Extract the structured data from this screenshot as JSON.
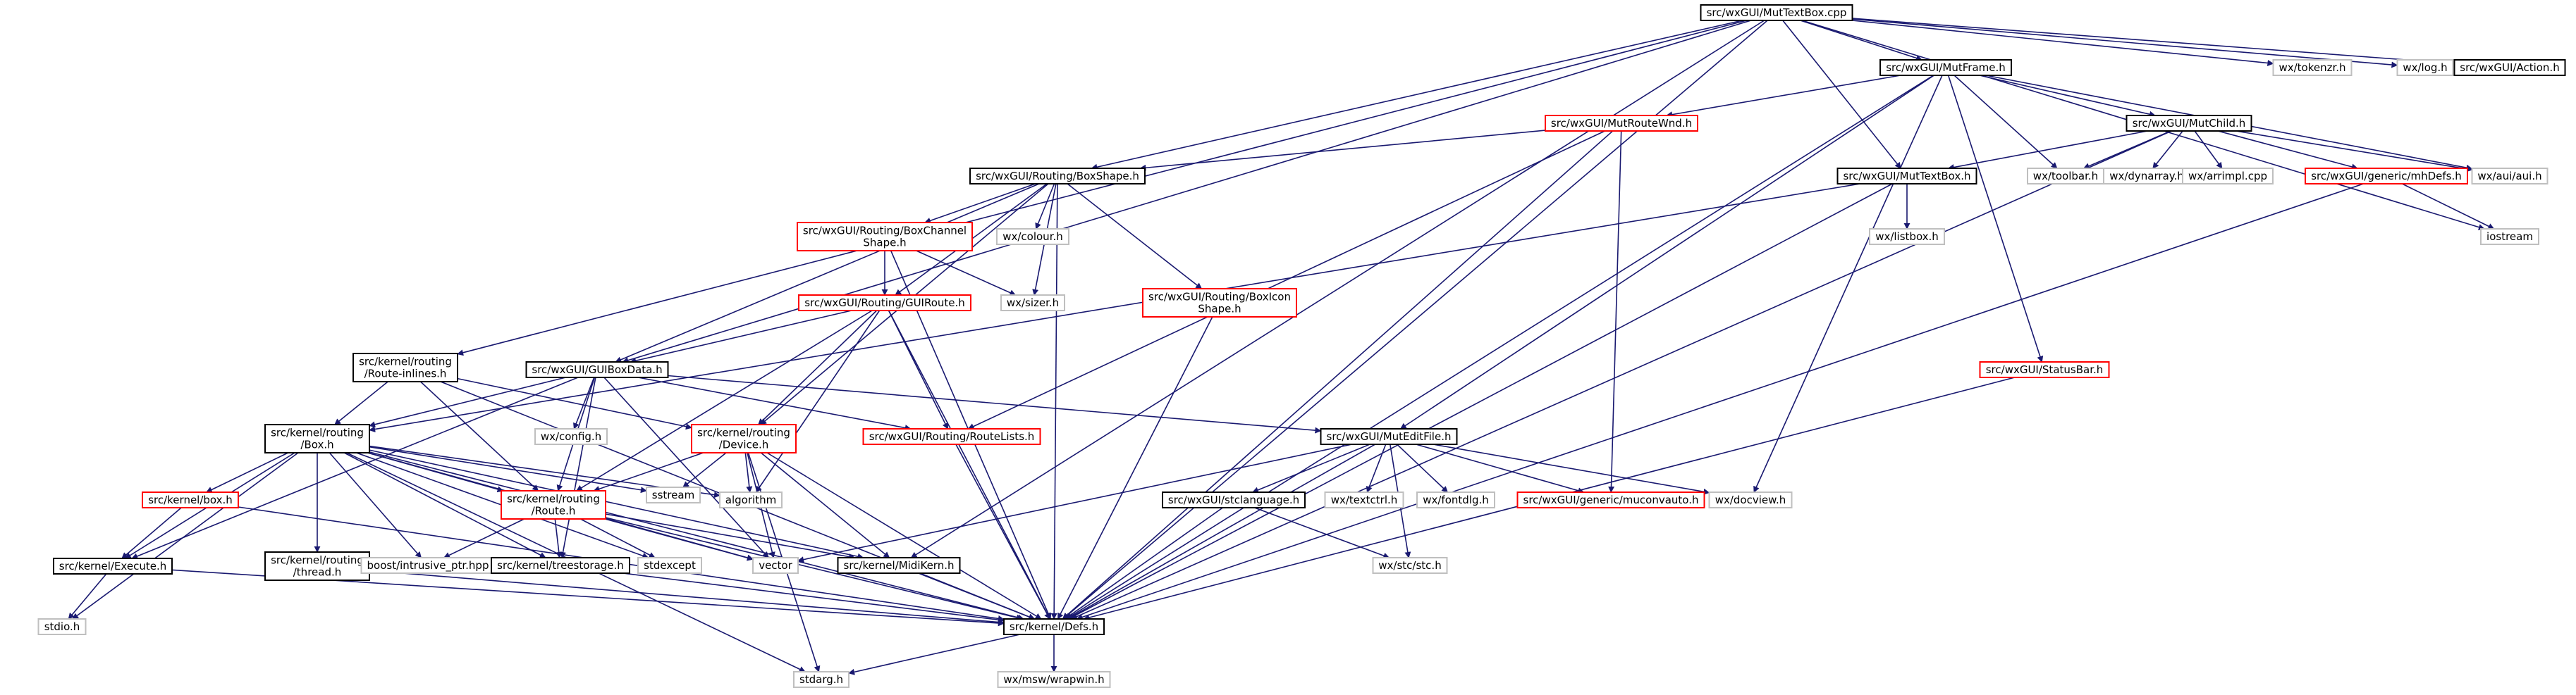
{
  "graph": {
    "colors": {
      "edge": "#191970",
      "border_documented": "#000000",
      "border_undocumented": "#ff0000",
      "border_external": "#bfbfbf",
      "fill_root": "#bfbfbf",
      "fill_node": "#ffffff"
    },
    "nodes": [
      {
        "id": "mutTextBoxCpp",
        "label": "src/wxGUI/MutTextBox.cpp",
        "kind": "root"
      },
      {
        "id": "wxTokenzr",
        "label": "wx/tokenzr.h",
        "kind": "external"
      },
      {
        "id": "wxLog",
        "label": "wx/log.h",
        "kind": "external"
      },
      {
        "id": "action",
        "label": "src/wxGUI/Action.h",
        "kind": "documented"
      },
      {
        "id": "mutFrame",
        "label": "src/wxGUI/MutFrame.h",
        "kind": "documented"
      },
      {
        "id": "mutRouteWnd",
        "label": "src/wxGUI/MutRouteWnd.h",
        "kind": "undocumented"
      },
      {
        "id": "mutChild",
        "label": "src/wxGUI/MutChild.h",
        "kind": "documented"
      },
      {
        "id": "boxShape",
        "label": "src/wxGUI/Routing/BoxShape.h",
        "kind": "documented"
      },
      {
        "id": "mutTextBoxH",
        "label": "src/wxGUI/MutTextBox.h",
        "kind": "documented"
      },
      {
        "id": "wxToolbar",
        "label": "wx/toolbar.h",
        "kind": "external"
      },
      {
        "id": "wxDynarray",
        "label": "wx/dynarray.h",
        "kind": "external"
      },
      {
        "id": "wxArrimpl",
        "label": "wx/arrimpl.cpp",
        "kind": "external"
      },
      {
        "id": "mhDefs",
        "label": "src/wxGUI/generic/mhDefs.h",
        "kind": "undocumented"
      },
      {
        "id": "wxAui",
        "label": "wx/aui/aui.h",
        "kind": "external"
      },
      {
        "id": "iostream",
        "label": "iostream",
        "kind": "external"
      },
      {
        "id": "boxChannelShape",
        "label": [
          "src/wxGUI/Routing/BoxChannel",
          "Shape.h"
        ],
        "kind": "undocumented"
      },
      {
        "id": "wxColour",
        "label": "wx/colour.h",
        "kind": "external"
      },
      {
        "id": "wxListbox",
        "label": "wx/listbox.h",
        "kind": "external"
      },
      {
        "id": "guiRoute",
        "label": "src/wxGUI/Routing/GUIRoute.h",
        "kind": "undocumented"
      },
      {
        "id": "wxSizer",
        "label": "wx/sizer.h",
        "kind": "external"
      },
      {
        "id": "boxIconShape",
        "label": [
          "src/wxGUI/Routing/BoxIcon",
          "Shape.h"
        ],
        "kind": "undocumented"
      },
      {
        "id": "routeInlines",
        "label": [
          "src/kernel/routing",
          "/Route-inlines.h"
        ],
        "kind": "documented"
      },
      {
        "id": "guiBoxData",
        "label": "src/wxGUI/GUIBoxData.h",
        "kind": "documented"
      },
      {
        "id": "statusBar",
        "label": "src/wxGUI/StatusBar.h",
        "kind": "undocumented"
      },
      {
        "id": "box",
        "label": [
          "src/kernel/routing",
          "/Box.h"
        ],
        "kind": "documented"
      },
      {
        "id": "wxConfig",
        "label": "wx/config.h",
        "kind": "external"
      },
      {
        "id": "device",
        "label": [
          "src/kernel/routing",
          "/Device.h"
        ],
        "kind": "undocumented"
      },
      {
        "id": "routeLists",
        "label": "src/wxGUI/Routing/RouteLists.h",
        "kind": "undocumented"
      },
      {
        "id": "mutEditFile",
        "label": "src/wxGUI/MutEditFile.h",
        "kind": "documented"
      },
      {
        "id": "kernelBox",
        "label": "src/kernel/box.h",
        "kind": "undocumented"
      },
      {
        "id": "route",
        "label": [
          "src/kernel/routing",
          "/Route.h"
        ],
        "kind": "undocumented"
      },
      {
        "id": "sstream",
        "label": "sstream",
        "kind": "external"
      },
      {
        "id": "algorithm",
        "label": "algorithm",
        "kind": "external"
      },
      {
        "id": "stcLanguage",
        "label": "src/wxGUI/stclanguage.h",
        "kind": "documented"
      },
      {
        "id": "wxTextctrl",
        "label": "wx/textctrl.h",
        "kind": "external"
      },
      {
        "id": "wxFontdlg",
        "label": "wx/fontdlg.h",
        "kind": "external"
      },
      {
        "id": "muconvauto",
        "label": "src/wxGUI/generic/muconvauto.h",
        "kind": "undocumented"
      },
      {
        "id": "wxDocview",
        "label": "wx/docview.h",
        "kind": "external"
      },
      {
        "id": "execute",
        "label": "src/kernel/Execute.h",
        "kind": "documented"
      },
      {
        "id": "thread",
        "label": [
          "src/kernel/routing",
          "/thread.h"
        ],
        "kind": "documented"
      },
      {
        "id": "boostPtr",
        "label": "boost/intrusive_ptr.hpp",
        "kind": "external"
      },
      {
        "id": "treestorage",
        "label": "src/kernel/treestorage.h",
        "kind": "documented"
      },
      {
        "id": "stdexcept",
        "label": "stdexcept",
        "kind": "external"
      },
      {
        "id": "vector",
        "label": "vector",
        "kind": "external"
      },
      {
        "id": "midiKern",
        "label": "src/kernel/MidiKern.h",
        "kind": "documented"
      },
      {
        "id": "wxStc",
        "label": "wx/stc/stc.h",
        "kind": "external"
      },
      {
        "id": "stdio",
        "label": "stdio.h",
        "kind": "external"
      },
      {
        "id": "defs",
        "label": "src/kernel/Defs.h",
        "kind": "documented"
      },
      {
        "id": "stdarg",
        "label": "stdarg.h",
        "kind": "external"
      },
      {
        "id": "wxWrapwin",
        "label": "wx/msw/wrapwin.h",
        "kind": "external"
      }
    ],
    "edges": [
      [
        "mutTextBoxCpp",
        "wxTokenzr"
      ],
      [
        "mutTextBoxCpp",
        "wxLog"
      ],
      [
        "mutTextBoxCpp",
        "action"
      ],
      [
        "mutTextBoxCpp",
        "iostream"
      ],
      [
        "mutTextBoxCpp",
        "mutFrame"
      ],
      [
        "mutTextBoxCpp",
        "mutTextBoxH"
      ],
      [
        "mutTextBoxCpp",
        "boxShape"
      ],
      [
        "mutTextBoxCpp",
        "guiBoxData"
      ],
      [
        "mutTextBoxCpp",
        "routeInlines"
      ],
      [
        "mutTextBoxCpp",
        "midiKern"
      ],
      [
        "mutTextBoxCpp",
        "defs"
      ],
      [
        "mutFrame",
        "mutRouteWnd"
      ],
      [
        "mutFrame",
        "mutChild"
      ],
      [
        "mutFrame",
        "wxToolbar"
      ],
      [
        "mutFrame",
        "wxAui"
      ],
      [
        "mutFrame",
        "statusBar"
      ],
      [
        "mutFrame",
        "mutEditFile"
      ],
      [
        "mutFrame",
        "wxDocview"
      ],
      [
        "mutFrame",
        "defs"
      ],
      [
        "mutRouteWnd",
        "boxShape"
      ],
      [
        "mutRouteWnd",
        "routeLists"
      ],
      [
        "mutRouteWnd",
        "muconvauto"
      ],
      [
        "mutRouteWnd",
        "defs"
      ],
      [
        "mutChild",
        "mutTextBoxH"
      ],
      [
        "mutChild",
        "wxToolbar"
      ],
      [
        "mutChild",
        "wxDynarray"
      ],
      [
        "mutChild",
        "wxArrimpl"
      ],
      [
        "mutChild",
        "mhDefs"
      ],
      [
        "mutChild",
        "wxAui"
      ],
      [
        "mutChild",
        "defs"
      ],
      [
        "mhDefs",
        "iostream"
      ],
      [
        "mhDefs",
        "defs"
      ],
      [
        "mutTextBoxH",
        "wxListbox"
      ],
      [
        "mutTextBoxH",
        "box"
      ],
      [
        "mutTextBoxH",
        "defs"
      ],
      [
        "boxShape",
        "boxChannelShape"
      ],
      [
        "boxShape",
        "wxColour"
      ],
      [
        "boxShape",
        "boxIconShape"
      ],
      [
        "boxShape",
        "guiRoute"
      ],
      [
        "boxShape",
        "wxSizer"
      ],
      [
        "boxShape",
        "guiBoxData"
      ],
      [
        "boxShape",
        "device"
      ],
      [
        "boxShape",
        "defs"
      ],
      [
        "boxChannelShape",
        "guiRoute"
      ],
      [
        "boxChannelShape",
        "wxSizer"
      ],
      [
        "boxChannelShape",
        "defs"
      ],
      [
        "boxIconShape",
        "defs"
      ],
      [
        "guiRoute",
        "guiBoxData"
      ],
      [
        "guiRoute",
        "device"
      ],
      [
        "guiRoute",
        "routeLists"
      ],
      [
        "guiRoute",
        "route"
      ],
      [
        "guiRoute",
        "algorithm"
      ],
      [
        "guiRoute",
        "defs"
      ],
      [
        "routeInlines",
        "box"
      ],
      [
        "routeInlines",
        "route"
      ],
      [
        "routeInlines",
        "device"
      ],
      [
        "routeInlines",
        "defs"
      ],
      [
        "guiBoxData",
        "box"
      ],
      [
        "guiBoxData",
        "wxConfig"
      ],
      [
        "guiBoxData",
        "routeLists"
      ],
      [
        "guiBoxData",
        "mutEditFile"
      ],
      [
        "guiBoxData",
        "route"
      ],
      [
        "guiBoxData",
        "treestorage"
      ],
      [
        "guiBoxData",
        "vector"
      ],
      [
        "guiBoxData",
        "execute"
      ],
      [
        "statusBar",
        "defs"
      ],
      [
        "box",
        "kernelBox"
      ],
      [
        "box",
        "route"
      ],
      [
        "box",
        "sstream"
      ],
      [
        "box",
        "algorithm"
      ],
      [
        "box",
        "execute"
      ],
      [
        "box",
        "thread"
      ],
      [
        "box",
        "boostPtr"
      ],
      [
        "box",
        "treestorage"
      ],
      [
        "box",
        "stdexcept"
      ],
      [
        "box",
        "vector"
      ],
      [
        "box",
        "stdio"
      ],
      [
        "box",
        "stdarg"
      ],
      [
        "box",
        "midiKern"
      ],
      [
        "box",
        "defs"
      ],
      [
        "device",
        "route"
      ],
      [
        "device",
        "sstream"
      ],
      [
        "device",
        "algorithm"
      ],
      [
        "device",
        "vector"
      ],
      [
        "device",
        "midiKern"
      ],
      [
        "device",
        "stdarg"
      ],
      [
        "device",
        "defs"
      ],
      [
        "routeLists",
        "defs"
      ],
      [
        "mutEditFile",
        "stcLanguage"
      ],
      [
        "mutEditFile",
        "wxTextctrl"
      ],
      [
        "mutEditFile",
        "wxFontdlg"
      ],
      [
        "mutEditFile",
        "muconvauto"
      ],
      [
        "mutEditFile",
        "wxDocview"
      ],
      [
        "mutEditFile",
        "wxStc"
      ],
      [
        "mutEditFile",
        "vector"
      ],
      [
        "mutEditFile",
        "defs"
      ],
      [
        "stcLanguage",
        "wxStc"
      ],
      [
        "stcLanguage",
        "defs"
      ],
      [
        "kernelBox",
        "execute"
      ],
      [
        "kernelBox",
        "defs"
      ],
      [
        "route",
        "boostPtr"
      ],
      [
        "route",
        "treestorage"
      ],
      [
        "route",
        "stdexcept"
      ],
      [
        "route",
        "vector"
      ],
      [
        "route",
        "midiKern"
      ],
      [
        "route",
        "defs"
      ],
      [
        "execute",
        "stdio"
      ],
      [
        "execute",
        "defs"
      ],
      [
        "thread",
        "defs"
      ],
      [
        "treestorage",
        "defs"
      ],
      [
        "midiKern",
        "defs"
      ],
      [
        "defs",
        "stdarg"
      ],
      [
        "defs",
        "wxWrapwin"
      ]
    ]
  }
}
